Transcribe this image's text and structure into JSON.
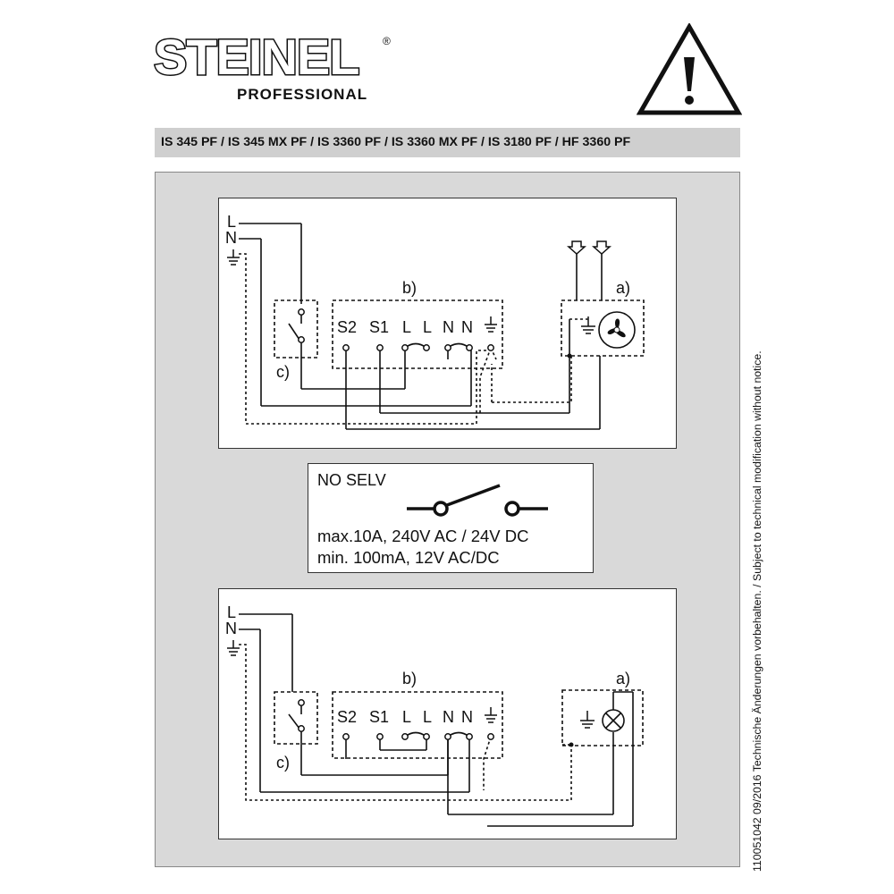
{
  "brand": {
    "name": "STEINEL",
    "sub": "PROFESSIONAL"
  },
  "models": "IS 345 PF / IS 345 MX PF / IS 3360 PF / IS 3360 MX PF / IS 3180 PF / HF 3360 PF",
  "top_diagram": {
    "terminals": [
      "S2",
      "S1",
      "L",
      "L",
      "N",
      "N"
    ],
    "label_b": "b)",
    "label_a": "a)",
    "label_c": "c)",
    "mains": [
      "L",
      "N"
    ]
  },
  "selv": {
    "title": "NO SELV",
    "spec1": "max.10A, 240V AC / 24V DC",
    "spec2": "min. 100mA, 12V AC/DC"
  },
  "bottom_diagram": {
    "terminals": [
      "S2",
      "S1",
      "L",
      "L",
      "N",
      "N"
    ],
    "label_b": "b)",
    "label_a": "a)",
    "label_c": "c)",
    "mains": [
      "L",
      "N"
    ]
  },
  "side_text": "110051042 09/2016  Technische Änderungen vorbehalten. / Subject to technical modification without notice.",
  "icons": [
    "warning-icon",
    "ground-icon",
    "fan-icon",
    "lamp-icon",
    "switch-icon",
    "arrow-down-icon"
  ]
}
